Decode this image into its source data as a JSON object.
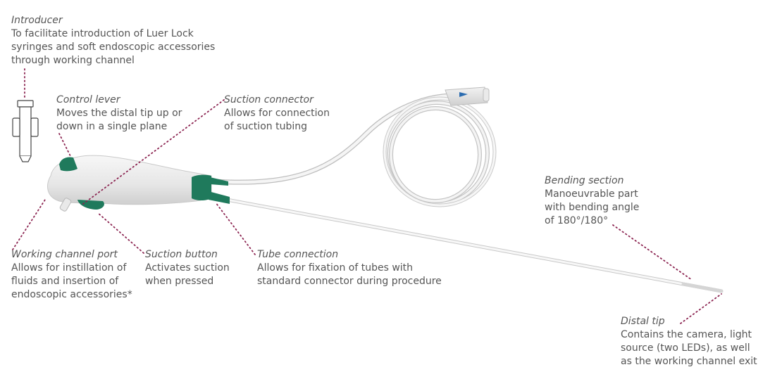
{
  "colors": {
    "leader": "#8b2350",
    "accent_green": "#1f7a5c",
    "device_body": "#ebebeb",
    "text": "#555555"
  },
  "labels": {
    "introducer": {
      "title": "Introducer",
      "desc": "To facilitate introduction of Luer Lock\nsyringes and soft endoscopic accessories\nthrough working channel"
    },
    "control_lever": {
      "title": "Control lever",
      "desc": "Moves the distal tip up or\ndown in a single plane"
    },
    "suction_connector": {
      "title": "Suction connector",
      "desc": "Allows for connection\nof suction tubing"
    },
    "bending_section": {
      "title": "Bending section",
      "desc": "Manoeuvrable part\nwith bending angle\nof 180°/180°"
    },
    "working_channel_port": {
      "title": "Working channel port",
      "desc": "Allows for instillation of\nfluids and insertion of\nendoscopic accessories*"
    },
    "suction_button": {
      "title": "Suction button",
      "desc": "Activates suction\nwhen pressed"
    },
    "tube_connection": {
      "title": "Tube connection",
      "desc": "Allows for fixation of tubes with\nstandard connector during procedure"
    },
    "distal_tip": {
      "title": "Distal tip",
      "desc": "Contains the camera, light\nsource (two LEDs), as well\nas the working channel exit"
    }
  }
}
